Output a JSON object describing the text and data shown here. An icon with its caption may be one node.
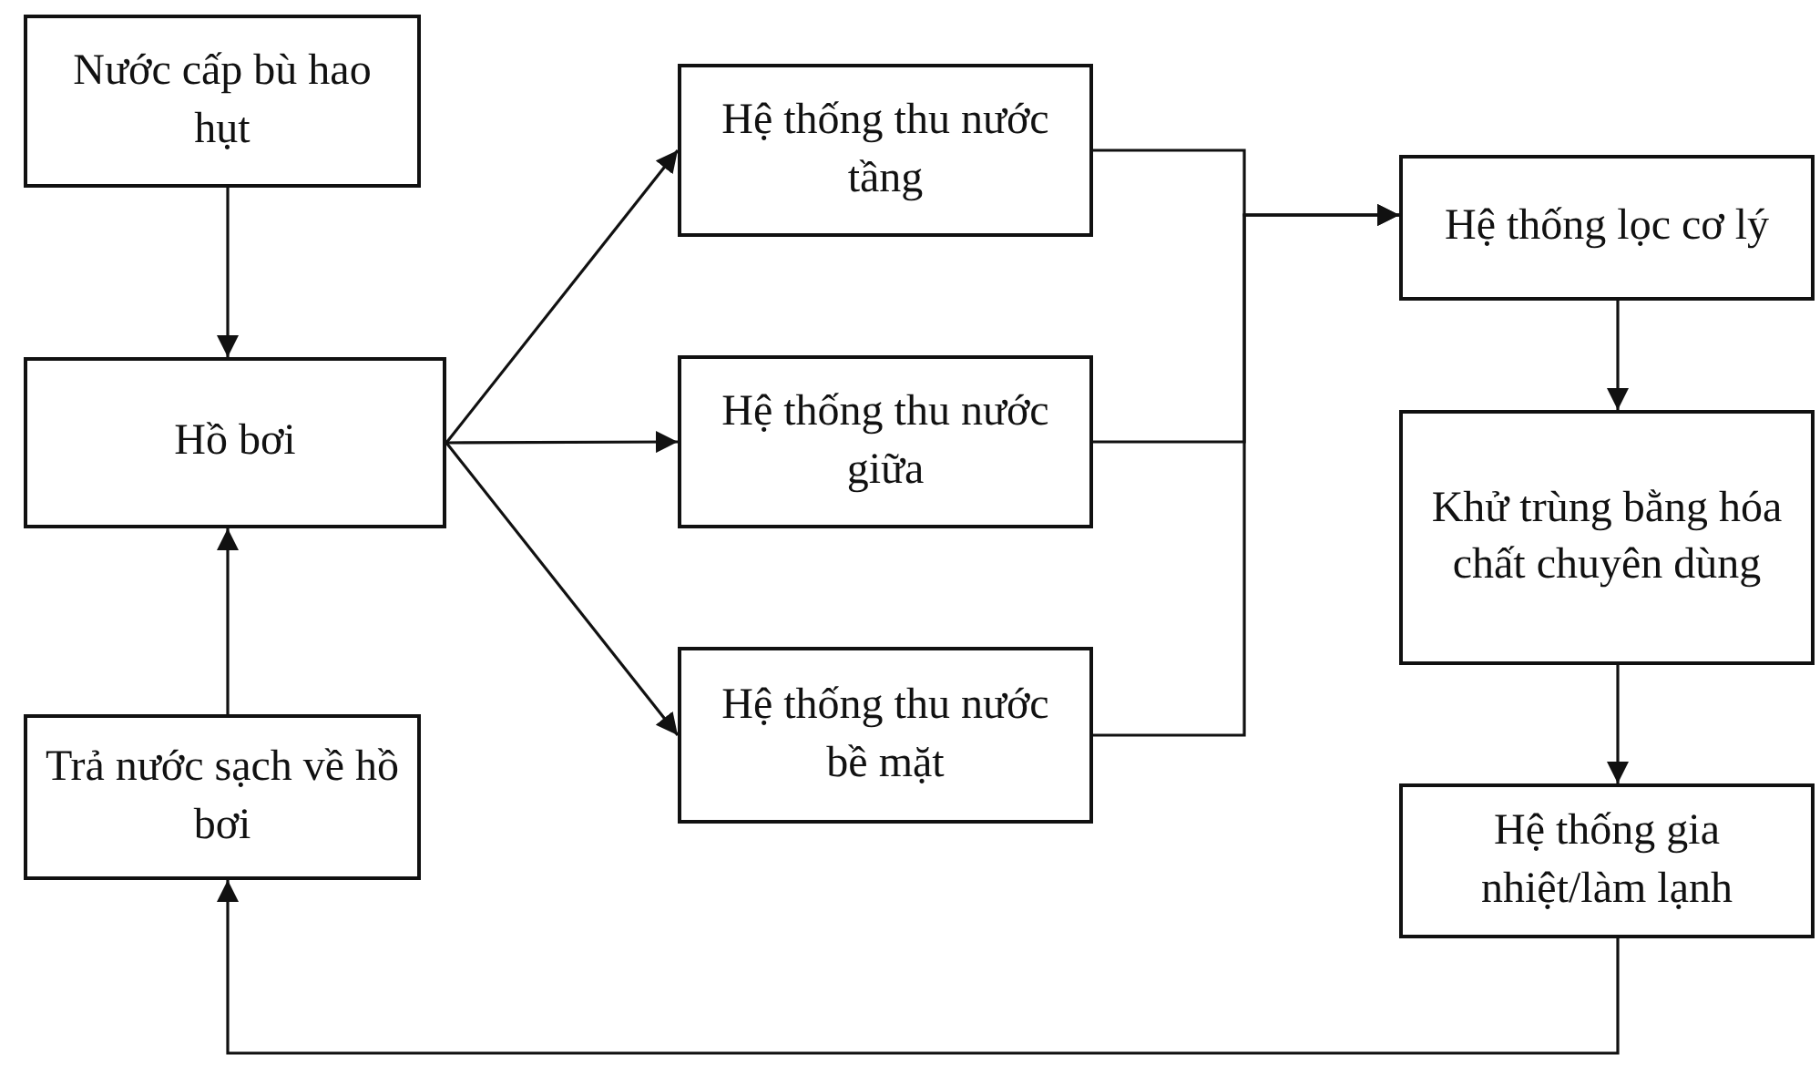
{
  "diagram": {
    "nodes": [
      {
        "text": [
          "Nước cấp bù hao hụt"
        ]
      },
      {
        "text": [
          "Hồ bơi"
        ]
      },
      {
        "text": [
          "Trả nước sạch về hồ bơi"
        ]
      },
      {
        "text": [
          "Hệ thống thu nước tầng"
        ]
      },
      {
        "text": [
          "Hệ thống thu nước giữa"
        ]
      },
      {
        "text": [
          "Hệ thống thu nước bề mặt"
        ]
      },
      {
        "text": [
          "Hệ thống lọc cơ lý"
        ]
      },
      {
        "text": [
          "Khử trùng bằng hóa chất chuyên dùng"
        ]
      },
      {
        "text": [
          "Hệ thống gia nhiệt/làm lạnh"
        ]
      }
    ],
    "edges": [
      {
        "from": 0,
        "to": 1,
        "arrow": "to"
      },
      {
        "from": 2,
        "to": 1,
        "arrow": "to"
      },
      {
        "from": 1,
        "to": 3,
        "arrow": "to"
      },
      {
        "from": 1,
        "to": 4,
        "arrow": "to"
      },
      {
        "from": 1,
        "to": 5,
        "arrow": "to"
      },
      {
        "from": 3,
        "to": 6,
        "arrow": "to"
      },
      {
        "from": 4,
        "to": 6,
        "arrow": "to"
      },
      {
        "from": 5,
        "to": 6,
        "arrow": "to"
      },
      {
        "from": 6,
        "to": 7,
        "arrow": "to"
      },
      {
        "from": 7,
        "to": 8,
        "arrow": "to"
      },
      {
        "from": 8,
        "to": 2,
        "arrow": "to"
      }
    ]
  }
}
